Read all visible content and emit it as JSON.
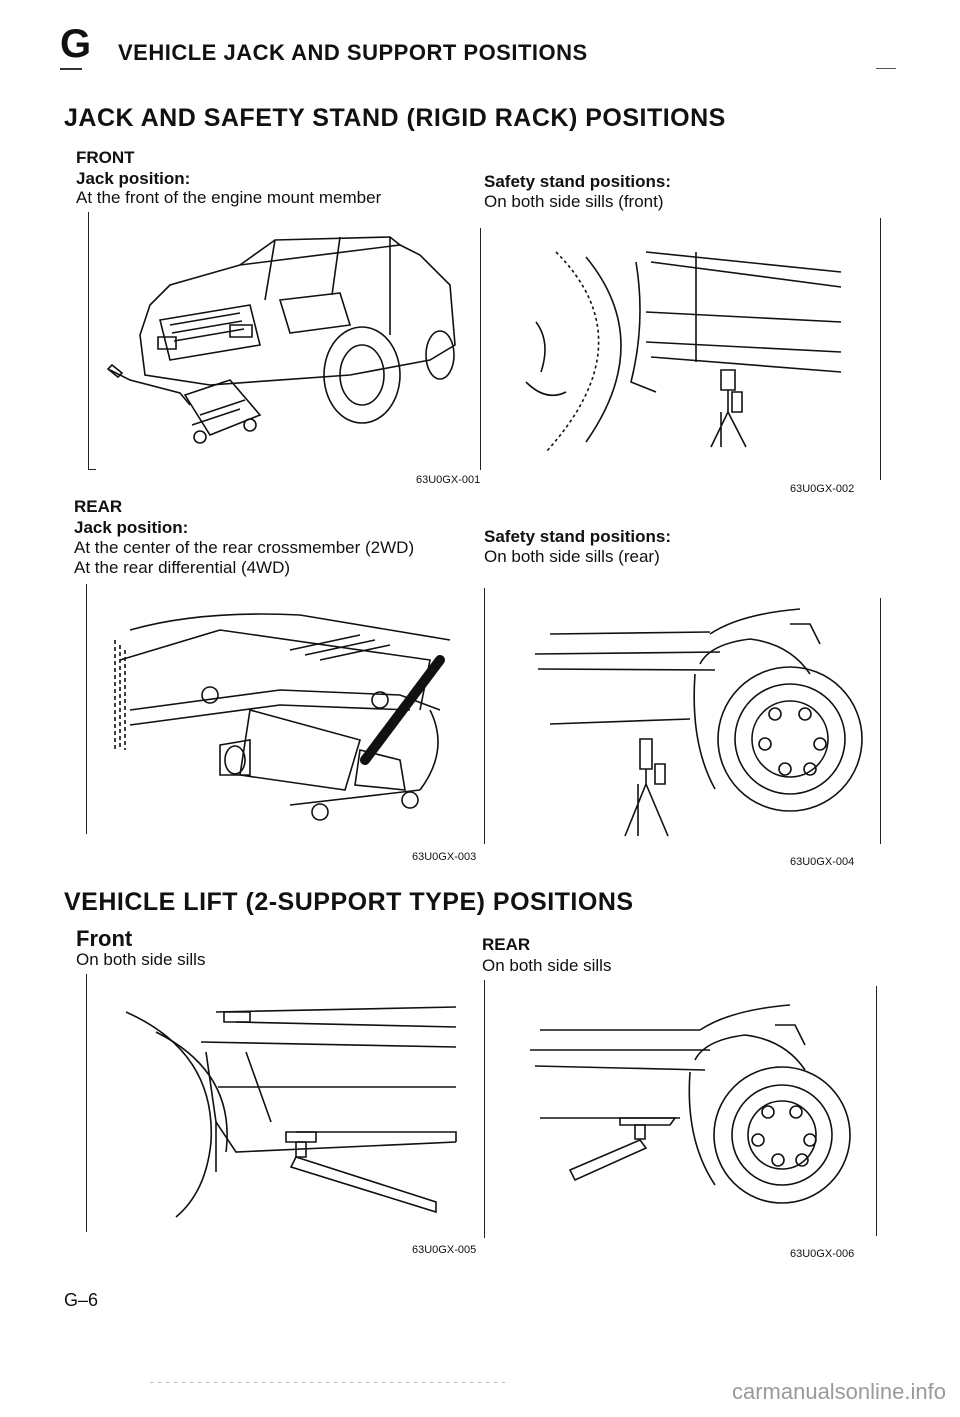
{
  "header": {
    "section_letter": "G",
    "title": "VEHICLE JACK AND SUPPORT POSITIONS"
  },
  "jack_section": {
    "title": "JACK AND SAFETY STAND (RIGID RACK) POSITIONS",
    "front": {
      "heading": "FRONT",
      "jack_label": "Jack position:",
      "jack_text": "At the front of the engine mount member",
      "stand_label": "Safety stand positions:",
      "stand_text": "On both side sills (front)",
      "fig_jack_code": "63U0GX-001",
      "fig_stand_code": "63U0GX-002"
    },
    "rear": {
      "heading": "REAR",
      "jack_label": "Jack position:",
      "jack_text_1": "At the center of the rear crossmember (2WD)",
      "jack_text_2": "At the rear differential (4WD)",
      "stand_label": "Safety stand positions:",
      "stand_text": "On both side sills (rear)",
      "fig_jack_code": "63U0GX-003",
      "fig_stand_code": "63U0GX-004"
    }
  },
  "lift_section": {
    "title": "VEHICLE LIFT (2-SUPPORT TYPE) POSITIONS",
    "front": {
      "heading": "Front",
      "text": "On both side sills",
      "fig_code": "63U0GX-005"
    },
    "rear": {
      "heading": "REAR",
      "text": "On both side sills",
      "fig_code": "63U0GX-006"
    }
  },
  "footer": {
    "page_number": "G–6",
    "site": "carmanualsonline.info"
  }
}
